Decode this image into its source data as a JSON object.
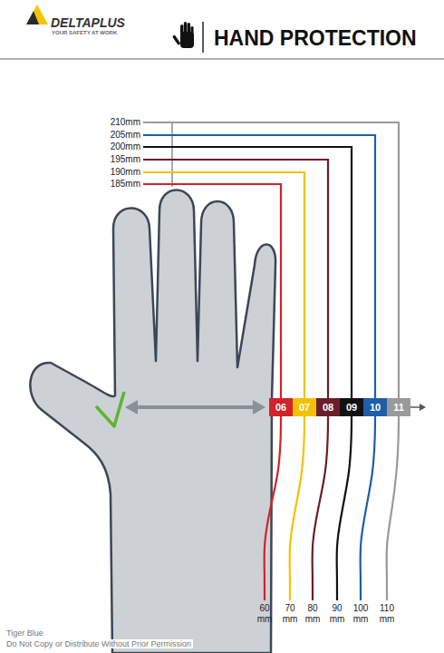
{
  "diagram": {
    "title": "HAND PROTECTION",
    "nodes": [
      {
        "text": [
          "06"
        ]
      },
      {
        "text": [
          "07"
        ]
      },
      {
        "text": [
          "08"
        ]
      },
      {
        "text": [
          "09"
        ]
      },
      {
        "text": [
          "10"
        ]
      },
      {
        "text": [
          "11"
        ]
      }
    ],
    "labels": [
      "DELTAPLUS",
      "YOUR SAFETY AT WORK",
      "210mm",
      "205mm",
      "200mm",
      "195mm",
      "190mm",
      "185mm",
      "60 mm",
      "70 mm",
      "80 mm",
      "90 mm",
      "100 mm",
      "110 mm",
      "Tiger Blue",
      "Do Not Copy or Distribute Without Prior Permission"
    ]
  }
}
